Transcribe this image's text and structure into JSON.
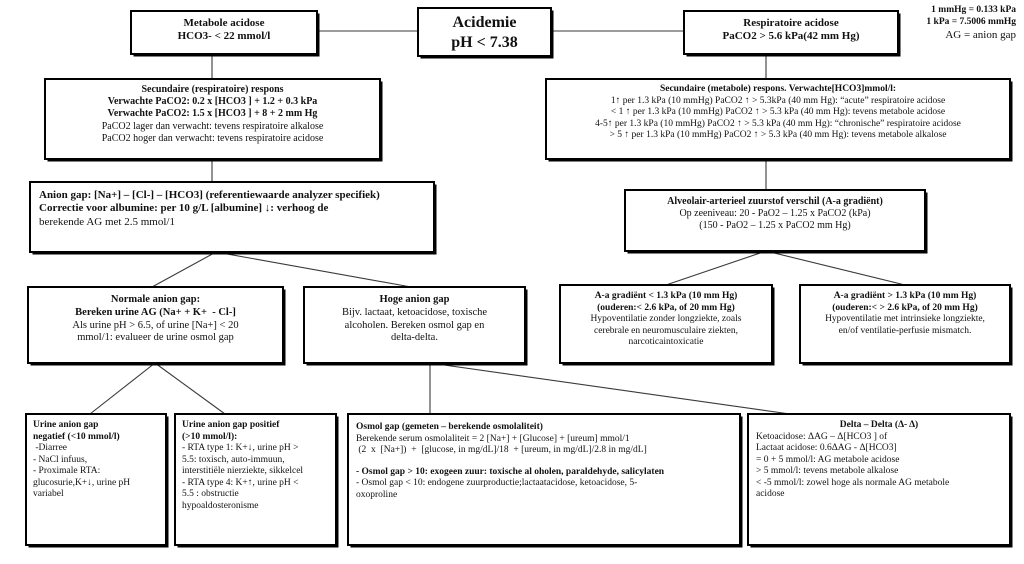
{
  "legend": {
    "name": "unit-conversion-legend",
    "lines": [
      "1 mmHg = 0.133 kPa",
      "1 kPa = 7.5006 mmHg",
      "AG = anion gap"
    ]
  },
  "nodes": {
    "acidemie": {
      "title": "Acidemie",
      "line2": "pH < 7.38"
    },
    "metabole_acidose": {
      "line1": "Metabole acidose",
      "line2": "HCO3- < 22 mmol/l"
    },
    "respiratoire_acidose": {
      "line1": "Respiratoire acidose",
      "line2": "PaCO2 > 5.6 kPa(42 mm Hg)"
    },
    "secundaire_respiratoire": {
      "l1": "Secundaire (respiratoire) respons",
      "l2": "Verwachte PaCO2: 0.2 x [HCO3 ] + 1.2 + 0.3 kPa",
      "l3": "Verwachte PaCO2: 1.5 x [HCO3 ] + 8 + 2 mm Hg",
      "l4": "PaCO2 lager dan verwacht: tevens respiratoire alkalose",
      "l5": "PaCO2 hoger dan verwacht: tevens respiratoire acidose"
    },
    "secundaire_metabole": {
      "l1": "Secundaire (metabole) respons. Verwachte[HCO3]mmol/l:",
      "l2": "1↑ per 1.3 kPa (10 mmHg) PaCO2 ↑ > 5.3kPa (40 mm Hg): “acute” respiratoire acidose",
      "l3": "< 1 ↑ per 1.3 kPa (10 mmHg) PaCO2 ↑ > 5.3 kPa (40 mm Hg): tevens metabole acidose",
      "l4": "4-5↑ per 1.3 kPa (10 mmHg) PaCO2 ↑ > 5.3 kPa (40 mm Hg): “chronische” respiratoire acidose",
      "l5": "> 5 ↑ per 1.3 kPa (10 mmHg) PaCO2 ↑ > 5.3 kPa (40 mm Hg): tevens metabole alkalose"
    },
    "anion_gap": {
      "l1": "Anion gap: [Na+] – [Cl-] – [HCO3] (referentiewaarde analyzer specifiek)",
      "l2": "Correctie voor albumine: per 10 g/L [albumine] ↓: verhoog de",
      "l3": "berekende AG met 2.5 mmol/1"
    },
    "aa_gradient": {
      "l1": "Alveolair-arterieel zuurstof verschil (A-a gradiënt)",
      "l2": "Op zeeniveau: 20 - PaO2 – 1.25 x PaCO2 (kPa)",
      "l3": "(150 - PaO2 – 1.25 x PaCO2 mm Hg)"
    },
    "normale_ag": {
      "l1": "Normale anion gap:",
      "l2": "Bereken urine AG (Na+ + K+  - Cl-]",
      "l3": "Als urine pH > 6.5, of urine [Na+] < 20",
      "l4": "mmol/1: evalueer de urine osmol gap"
    },
    "hoge_ag": {
      "l1": "Hoge anion gap",
      "l2": "Bijv. lactaat, ketoacidose, toxische",
      "l3": "alcoholen. Bereken osmol gap en",
      "l4": "delta-delta."
    },
    "aa_low": {
      "l1": "A-a gradiënt < 1.3 kPa (10 mm Hg)",
      "l2": "(ouderen:< 2.6 kPa, of 20 mm Hg)",
      "l3": "Hypoventilatie zonder longziekte, zoals",
      "l4": "cerebrale en neuromusculaire ziekten,",
      "l5": "narcoticaintoxicatie"
    },
    "aa_high": {
      "l1": "A-a gradiënt > 1.3 kPa (10 mm Hg)",
      "l2": "(ouderen:< > 2.6 kPa, of 20 mm Hg)",
      "l3": "Hypoventilatie met intrinsieke longziekte,",
      "l4": "en/of ventilatie-perfusie mismatch."
    },
    "urine_ag_neg": {
      "l1": "Urine anion gap",
      "l2": "negatief (<10 mmol/l)",
      "l3": " -Diarree",
      "l4": "- NaCl infuus,",
      "l5": "- Proximale RTA:",
      "l6": "glucosurie,K+↓, urine pH",
      "l7": "variabel"
    },
    "urine_ag_pos": {
      "l1": "Urine anion gap positief",
      "l2": "(>10 mmol/l):",
      "l3": "- RTA type 1: K+↓, urine pH >",
      "l4": "5.5: toxisch, auto-immuun,",
      "l5": "interstitiële nierziekte, sikkelcel",
      "l6": "- RTA type 4: K+↑, urine pH <",
      "l7": "5.5 : obstructie",
      "l8": "hypoaldosteronisme"
    },
    "osmol_gap": {
      "l1": "Osmol gap (gemeten – berekende osmolaliteit)",
      "l2": "Berekende serum osmolaliteit = 2 [Na+] + [Glucose] + [ureum] mmol/1",
      "l3": " (2  x  [Na+])  +  [glucose, in mg/dL]/18  + [ureum, in mg/dL]/2.8 in mg/dL]",
      "l4": "- Osmol gap > 10: exogeen zuur: toxische al oholen, paraldehyde, salicylaten",
      "l5": "- Osmol gap < 10: endogene zuurproductie;lactaatacidose, ketoacidose, 5-",
      "l6": "oxoproline"
    },
    "delta_delta": {
      "l1": "Delta – Delta (Δ- Δ)",
      "l2": "Ketoacidose: ΔAG – Δ[HCO3 ] of",
      "l3": "Lactaat acidose: 0.6ΔAG - Δ[HCO3]",
      "l4": "= 0 + 5 mmol/l: AG metabole acidose",
      "l5": "> 5 mmol/l: tevens metabole alkalose",
      "l6": "< -5 mmol/l: zowel hoge als normale AG metabole",
      "l7": "acidose"
    }
  },
  "colors": {
    "border": "#000000",
    "background": "#ffffff",
    "connector": "#3a3a3a"
  }
}
